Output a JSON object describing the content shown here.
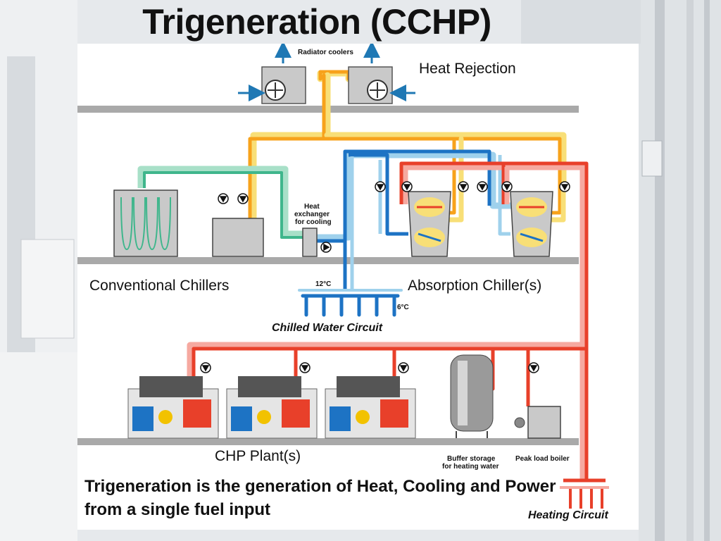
{
  "title": "Trigeneration (CCHP)",
  "labels": {
    "heat_rejection": "Heat Rejection",
    "radiator_coolers": "Radiator coolers",
    "conventional_chillers": "Conventional Chillers",
    "heat_exchanger": [
      "Heat",
      "exchanger",
      "for cooling"
    ],
    "absorption_chillers": "Absorption Chiller(s)",
    "temp_12": "12°C",
    "temp_6": "6°C",
    "chilled_water_circuit": "Chilled Water Circuit",
    "chp_plants": "CHP Plant(s)",
    "buffer_storage": [
      "Buffer storage",
      "for heating water"
    ],
    "peak_load_boiler": "Peak load boiler",
    "heating_circuit": "Heating Circuit"
  },
  "summary": "Trigeneration is the generation of Heat, Cooling and Power from a single fuel input",
  "colors": {
    "hot": "#e8402a",
    "hot_return": "#f6a9a0",
    "cooling": "#f7a21b",
    "cooling_return": "#f8df77",
    "chilled": "#1d73c4",
    "chilled_return": "#9fd1ec",
    "green": "#3fb68c",
    "green_return": "#a8e0c8",
    "floor": "#a9a9a9",
    "arrow": "#1f78b4"
  }
}
